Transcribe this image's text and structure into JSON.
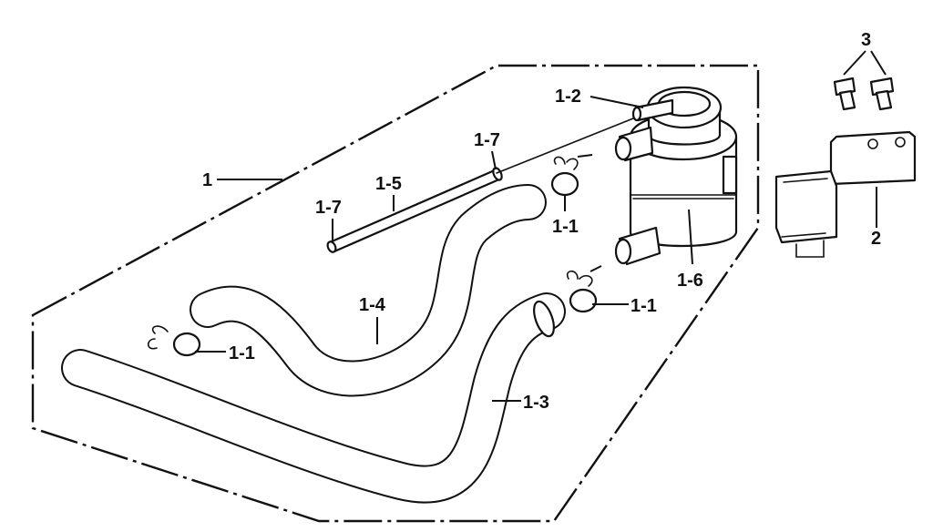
{
  "labels": {
    "part_1": "1",
    "part_1_2": "1-2",
    "part_1_7_top": "1-7",
    "part_1_5": "1-5",
    "part_1_7_left": "1-7",
    "part_1_1_upper": "1-1",
    "part_1_6": "1-6",
    "part_1_1_mid": "1-1",
    "part_1_4": "1-4",
    "part_1_1_left": "1-1",
    "part_1_3": "1-3",
    "part_2": "2",
    "part_3": "3"
  }
}
